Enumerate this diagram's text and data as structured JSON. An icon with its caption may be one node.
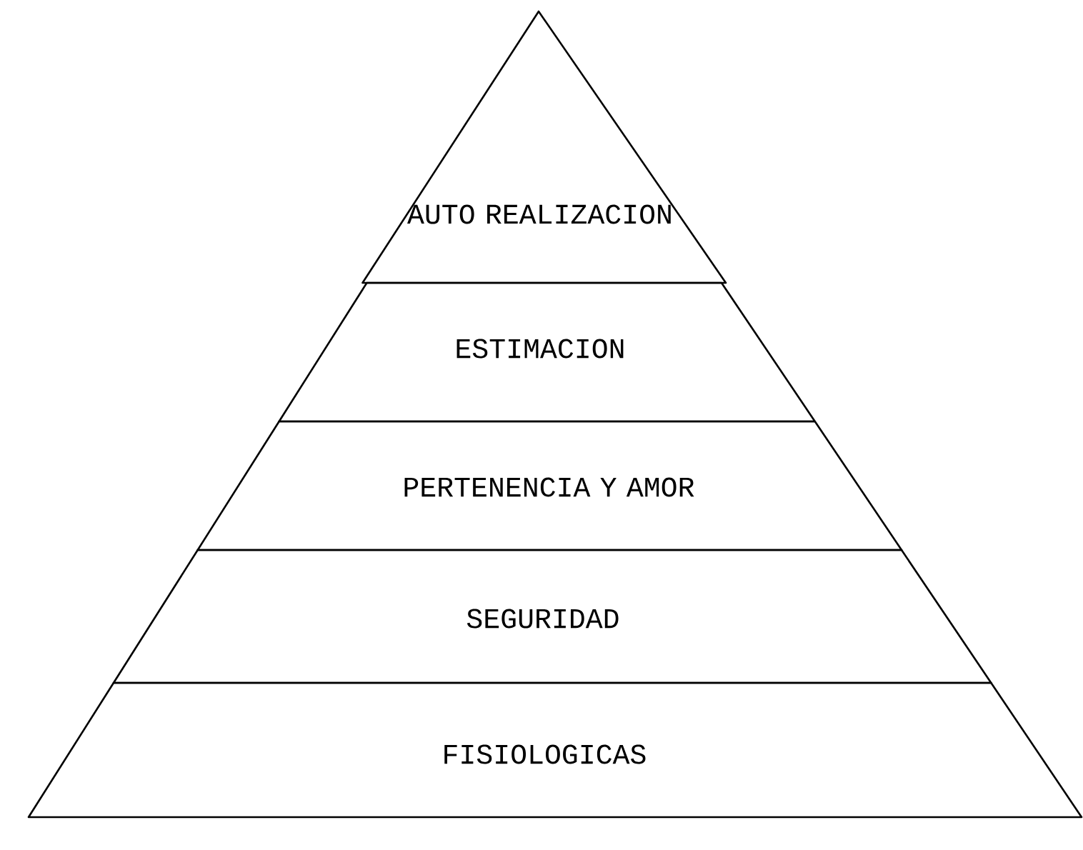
{
  "diagram": {
    "nodes": [
      {
        "text": [
          "AUTO REALIZACION"
        ]
      },
      {
        "text": [
          "ESTIMACION"
        ]
      },
      {
        "text": [
          "PERTENENCIA Y AMOR"
        ]
      },
      {
        "text": [
          "SEGURIDAD"
        ]
      },
      {
        "text": [
          "FISIOLOGICAS"
        ]
      }
    ]
  }
}
